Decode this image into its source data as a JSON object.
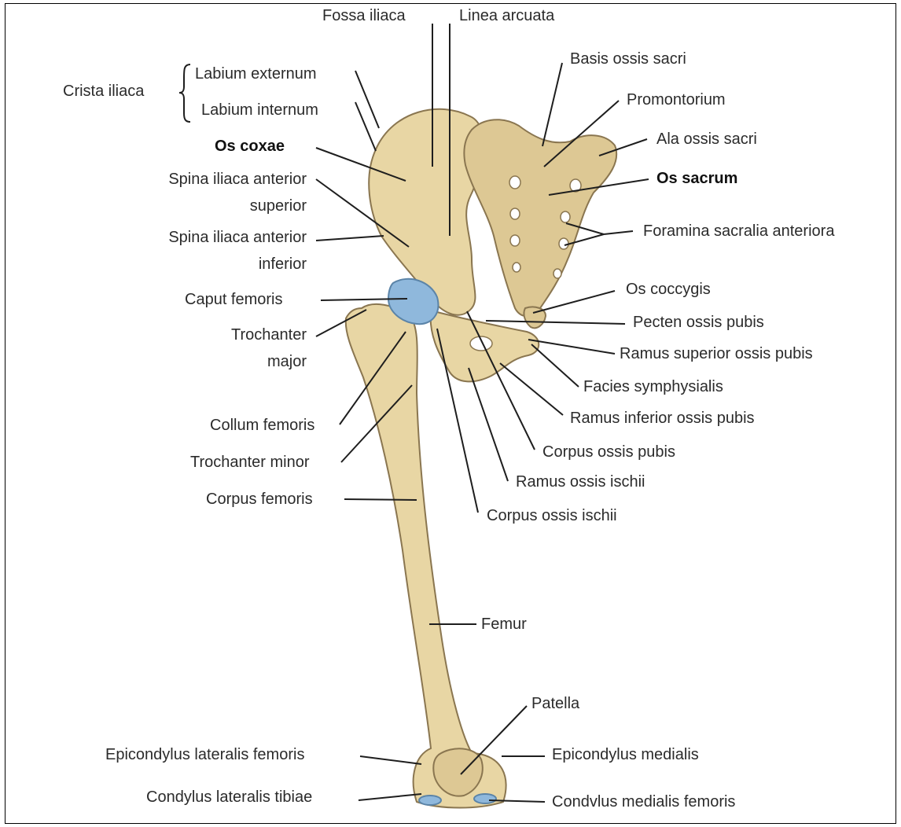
{
  "labels": {
    "fossa_iliaca": "Fossa iliaca",
    "linea_arcuata": "Linea arcuata",
    "crista_iliaca": "Crista iliaca",
    "labium_externum": "Labium externum",
    "labium_internum": "Labium internum",
    "os_coxae": "Os coxae",
    "spina_ant_sup_1": "Spina iliaca anterior",
    "spina_ant_sup_2": "superior",
    "spina_ant_inf_1": "Spina iliaca anterior",
    "spina_ant_inf_2": "inferior",
    "caput_femoris": "Caput femoris",
    "trochanter_major_1": "Trochanter",
    "trochanter_major_2": "major",
    "collum_femoris": "Collum femoris",
    "trochanter_minor": "Trochanter minor",
    "corpus_femoris": "Corpus femoris",
    "femur": "Femur",
    "patella": "Patella",
    "epicondylus_lateralis": "Epicondylus lateralis femoris",
    "condylus_lateralis_tibiae": "Condylus lateralis tibiae",
    "epicondylus_medialis": "Epicondylus medialis",
    "condylus_medialis_femoris": "Condvlus medialis femoris",
    "basis_ossis_sacri": "Basis ossis sacri",
    "promontorium": "Promontorium",
    "ala_ossis_sacri": "Ala ossis sacri",
    "os_sacrum": "Os sacrum",
    "foramina_sacralia": "Foramina sacralia anteriora",
    "os_coccygis": "Os coccygis",
    "pecten_ossis_pubis": "Pecten ossis pubis",
    "ramus_superior": "Ramus superior ossis pubis",
    "facies_symphysialis": "Facies symphysialis",
    "ramus_inferior": "Ramus inferior ossis pubis",
    "corpus_ossis_pubis": "Corpus ossis pubis",
    "ramus_ossis_ischii": "Ramus ossis ischii",
    "corpus_ossis_ischii": "Corpus ossis ischii"
  },
  "colors": {
    "bone": "#e8d6a4",
    "cartilage": "#8fb8dc",
    "leader_line": "#1e1e1e"
  }
}
